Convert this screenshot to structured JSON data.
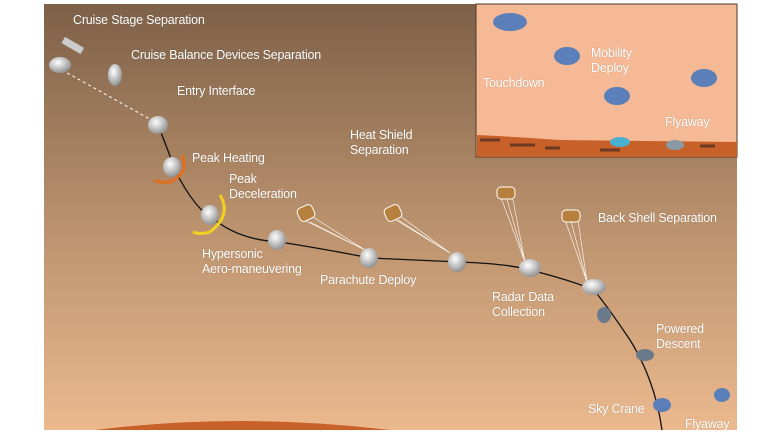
{
  "labels": {
    "cruise_stage_separation": "Cruise Stage Separation",
    "cruise_balance_devices_separation": "Cruise Balance Devices Separation",
    "entry_interface": "Entry Interface",
    "heat_shield_separation_1": "Heat Shield",
    "heat_shield_separation_2": "Separation",
    "peak_heating": "Peak Heating",
    "peak_deceleration_1": "Peak",
    "peak_deceleration_2": "Deceleration",
    "hypersonic_1": "Hypersonic",
    "hypersonic_2": "Aero-maneuvering",
    "parachute_deploy": "Parachute Deploy",
    "radar_1": "Radar Data",
    "radar_2": "Collection",
    "back_shell_separation": "Back Shell Separation",
    "powered_descent_1": "Powered",
    "powered_descent_2": "Descent",
    "sky_crane": "Sky Crane",
    "flyaway": "Flyaway"
  },
  "inset": {
    "touchdown": "Touchdown",
    "mobility_deploy_1": "Mobility",
    "mobility_deploy_2": "Deploy",
    "flyaway": "Flyaway"
  },
  "colors": {
    "sky_top": "#7d6048",
    "sky_bottom": "#ecb98e",
    "inset_bg": "#f6b995",
    "ground": "#c8602a"
  }
}
